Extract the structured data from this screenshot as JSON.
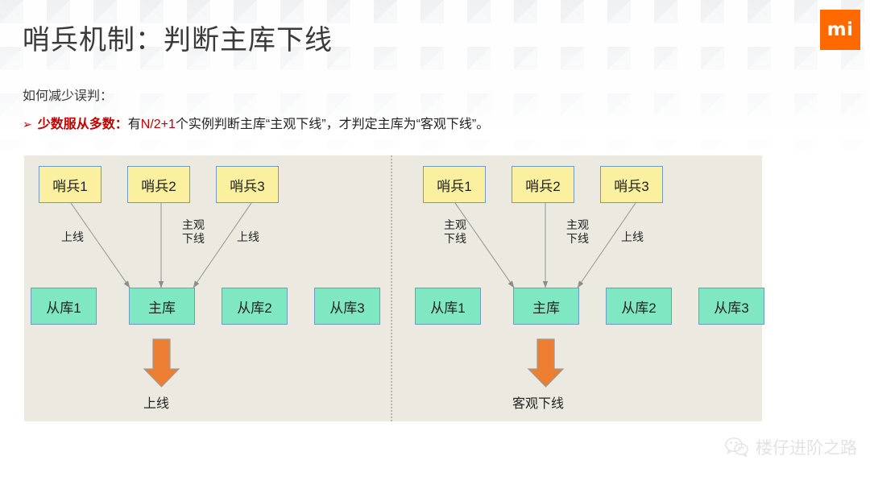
{
  "slide": {
    "title": "哨兵机制：判断主库下线",
    "subtitle": "如何减少误判：",
    "bullet": {
      "marker": "➢",
      "lead": "少数服从多数",
      "colon": "：",
      "text_a": "有",
      "formula": "N/2+1",
      "text_b": "个实例判断主库“主观下线”，才判定主库为“客观下线”。"
    },
    "brand_logo_text": "mi",
    "watermark_text": "楼仔进阶之路",
    "colors": {
      "accent_red": "#c00000",
      "brand_orange": "#FF6900",
      "arrow_orange": "#ED7D31",
      "sentinel_fill": "#FAF0A0",
      "db_fill": "#7FE8C3",
      "node_border": "#6f9ac4",
      "panel_bg": "#ECE9E1"
    }
  },
  "diagram": {
    "left": {
      "sentinels": [
        "哨兵1",
        "哨兵2",
        "哨兵3"
      ],
      "databases": [
        "从库1",
        "主库",
        "从库2",
        "从库3"
      ],
      "edge_labels": [
        "上线",
        "主观\n下线",
        "上线"
      ],
      "result_label": "上线"
    },
    "right": {
      "sentinels": [
        "哨兵1",
        "哨兵2",
        "哨兵3"
      ],
      "databases": [
        "从库1",
        "主库",
        "从库2",
        "从库3"
      ],
      "edge_labels": [
        "主观\n下线",
        "主观\n下线",
        "上线"
      ],
      "result_label": "客观下线"
    }
  }
}
